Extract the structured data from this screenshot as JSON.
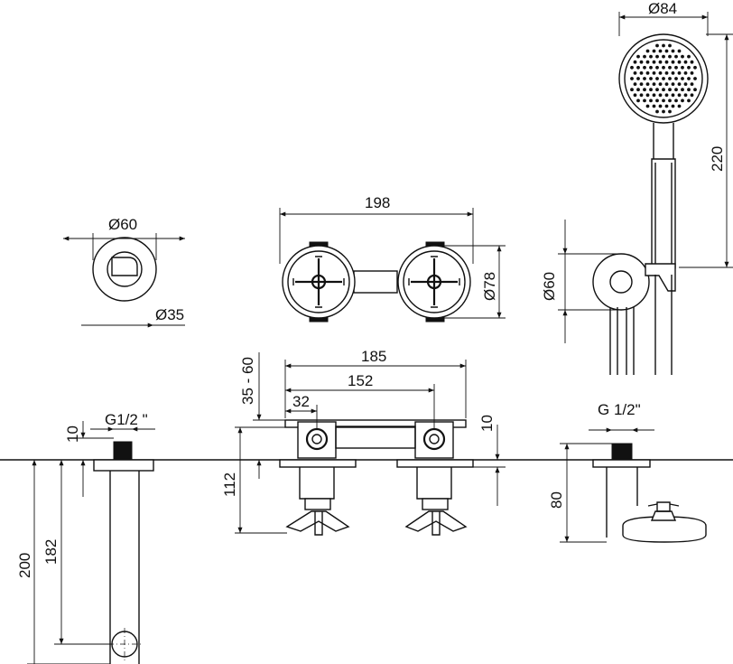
{
  "dimensions": {
    "d60_top": "Ø60",
    "d35": "Ø35",
    "w198": "198",
    "d78": "Ø78",
    "d84": "Ø84",
    "h220": "220",
    "d60_side": "Ø60",
    "w185": "185",
    "w152": "152",
    "w32": "32",
    "h35_60": "35 - 60",
    "h10_mid": "10",
    "h112": "112",
    "thread_left": "G1/2 \"",
    "h10_left": "10",
    "h182": "182",
    "h200": "200",
    "thread_right": "G 1/2\"",
    "h80": "80"
  },
  "colors": {
    "line": "#111111",
    "background": "#ffffff"
  }
}
